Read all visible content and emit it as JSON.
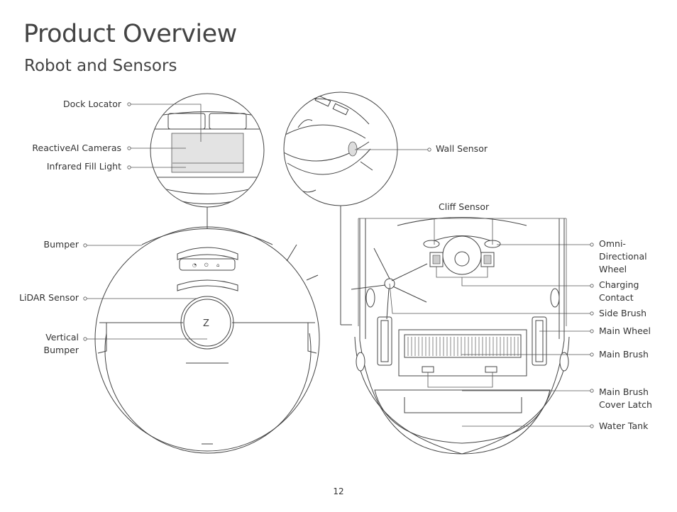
{
  "page": {
    "title": "Product Overview",
    "subtitle": "Robot and Sensors",
    "page_number": "12"
  },
  "labels": {
    "dock_locator": "Dock Locator",
    "reactiveai_cameras": "ReactiveAI Cameras",
    "infrared_fill_light": "Infrared Fill Light",
    "wall_sensor": "Wall Sensor",
    "cliff_sensor": "Cliff Sensor",
    "bumper": "Bumper",
    "lidar_sensor": "LiDAR Sensor",
    "vertical_bumper": "Vertical Bumper",
    "omni_directional_wheel": "Omni-Directional Wheel",
    "charging_contact": "Charging Contact",
    "side_brush": "Side Brush",
    "main_wheel": "Main Wheel",
    "main_brush": "Main Brush",
    "main_brush_cover_latch": "Main Brush Cover Latch",
    "water_tank": "Water Tank"
  }
}
